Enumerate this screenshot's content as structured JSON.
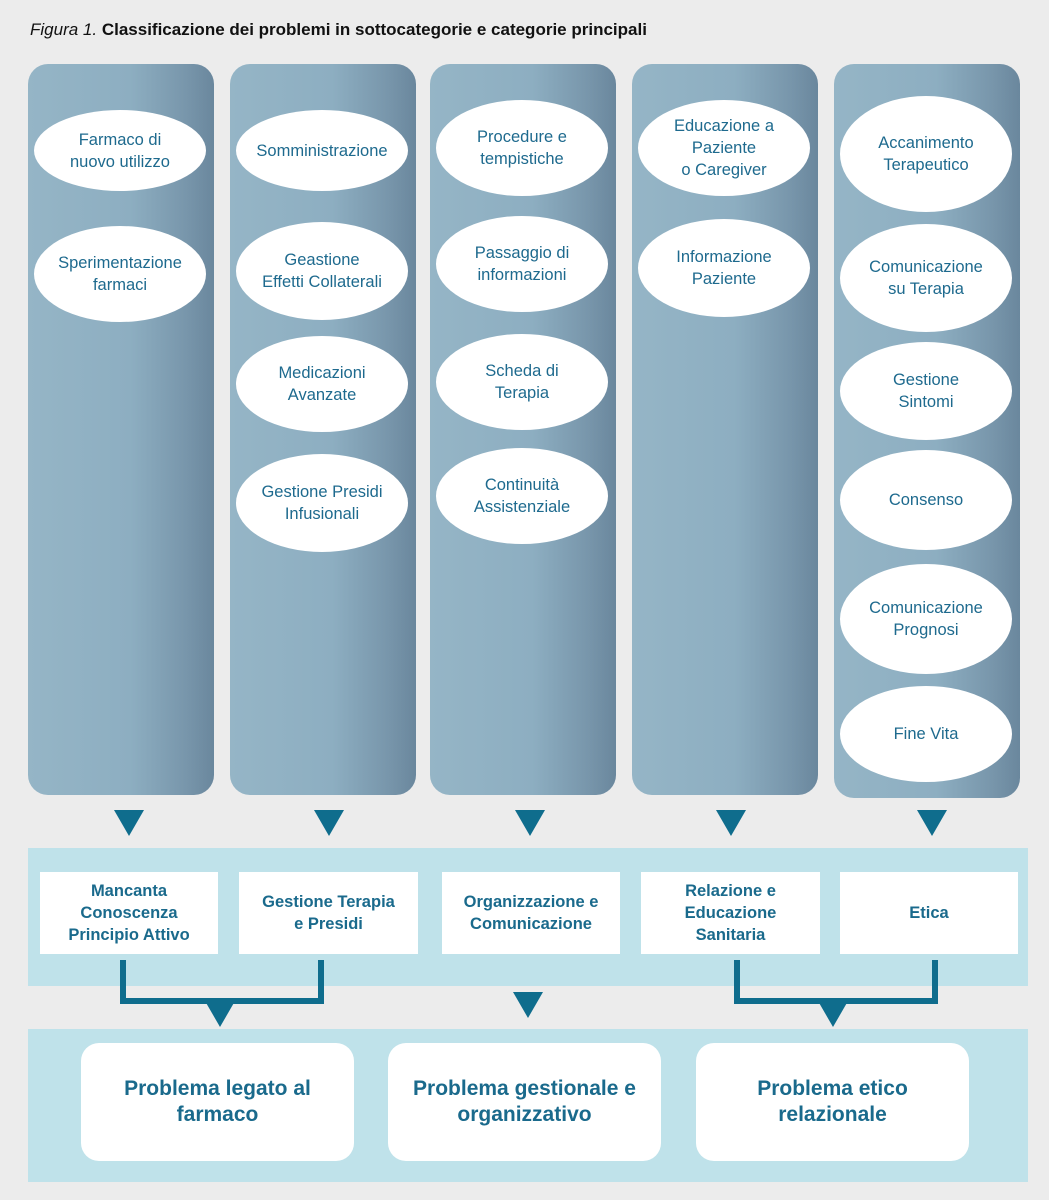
{
  "figure": {
    "label": "Figura 1.",
    "title": "Classificazione dei problemi in sottocategorie e categorie principali"
  },
  "columns": [
    {
      "items": [
        "Farmaco di\nnuovo utilizzo",
        "Sperimentazione\nfarmaci"
      ]
    },
    {
      "items": [
        "Somministrazione",
        "Geastione\nEffetti Collaterali",
        "Medicazioni\nAvanzate",
        "Gestione Presidi\nInfusionali"
      ]
    },
    {
      "items": [
        "Procedure e\ntempistiche",
        "Passaggio di\ninformazioni",
        "Scheda di\nTerapia",
        "Continuità\nAssistenziale"
      ]
    },
    {
      "items": [
        "Educazione a\nPaziente\no Caregiver",
        "Informazione\nPaziente"
      ]
    },
    {
      "items": [
        "Accanimento\nTerapeutico",
        "Comunicazione\nsu Terapia",
        "Gestione\nSintomi",
        "Consenso",
        "Comunicazione\nPrognosi",
        "Fine Vita"
      ]
    }
  ],
  "categories": [
    "Mancanta\nConoscenza\nPrincipio Attivo",
    "Gestione Terapia\ne Presidi",
    "Organizzazione e\nComunicazione",
    "Relazione e\nEducazione\nSanitaria",
    "Etica"
  ],
  "main_categories": [
    "Problema legato al\nfarmaco",
    "Problema gestionale e\norganizzativo",
    "Problema etico\nrelazionale"
  ]
}
